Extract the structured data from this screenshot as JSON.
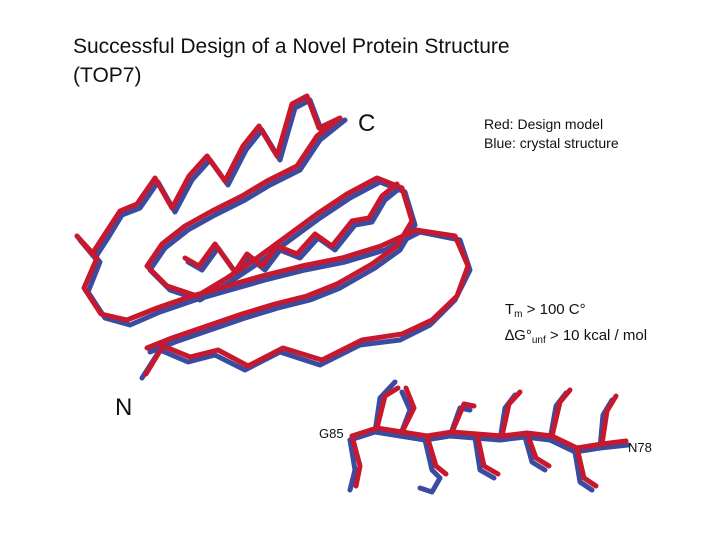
{
  "title_line1": "Successful Design of a Novel Protein Structure",
  "title_line2": "(TOP7)",
  "legend": {
    "red": "Red: Design model",
    "blue": "Blue: crystal structure"
  },
  "stats": {
    "tm_symbol": "T",
    "tm_sub": "m",
    "tm_value": " > 100 C°",
    "dg_symbol": "∆G°",
    "dg_sub": "unf",
    "dg_value": " > 10 kcal / mol"
  },
  "labels": {
    "c_terminus": "C",
    "n_terminus": "N",
    "residue_start": "G85",
    "residue_end": "N78"
  },
  "colors": {
    "design_model": "#c8182e",
    "crystal_structure": "#3b4ba0"
  }
}
